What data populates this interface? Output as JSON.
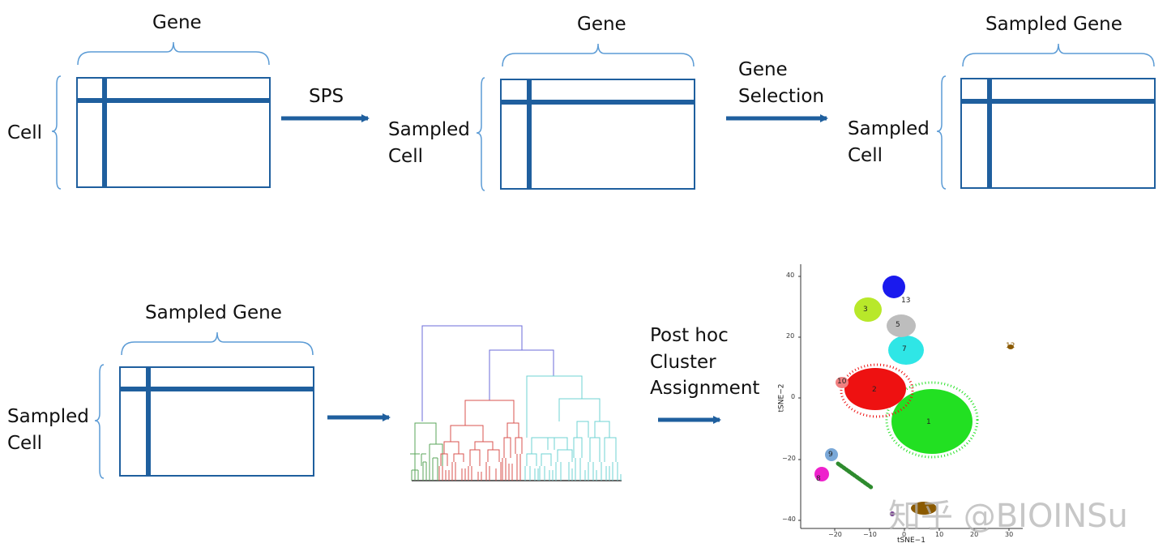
{
  "panel1": {
    "top_label": "Gene",
    "left_label": "Cell"
  },
  "arrow1": {
    "label": "SPS"
  },
  "panel2": {
    "top_label": "Gene",
    "left_label_line1": "Sampled",
    "left_label_line2": "Cell"
  },
  "arrow2": {
    "label_line1": "Gene",
    "label_line2": "Selection"
  },
  "panel3": {
    "top_label": "Sampled Gene",
    "left_label_line1": "Sampled",
    "left_label_line2": "Cell"
  },
  "panel4": {
    "top_label": "Sampled Gene",
    "left_label_line1": "Sampled",
    "left_label_line2": "Cell"
  },
  "arrow4": {
    "label_line1": "Post hoc",
    "label_line2": "Cluster",
    "label_line3": "Assignment"
  },
  "tsne": {
    "xlabel": "tSNE−1",
    "ylabel": "tSNE−2",
    "x_ticks": [
      "−20",
      "−10",
      "0",
      "10",
      "20",
      "30"
    ],
    "y_ticks": [
      "40",
      "20",
      "0",
      "−20",
      "−40"
    ],
    "cluster_labels": [
      "1",
      "2",
      "3",
      "5",
      "7",
      "8",
      "9",
      "10",
      "12",
      "13"
    ]
  },
  "watermark": "知乎 @BIOINSu",
  "colors": {
    "matrix_blue": "#1f5f9e",
    "bracket_blue": "#5b9bd5",
    "dendro_green": "#5aa55a",
    "dendro_red": "#d9534f",
    "dendro_cyan": "#6fd3d3",
    "dendro_purple": "#6b6bd8"
  }
}
